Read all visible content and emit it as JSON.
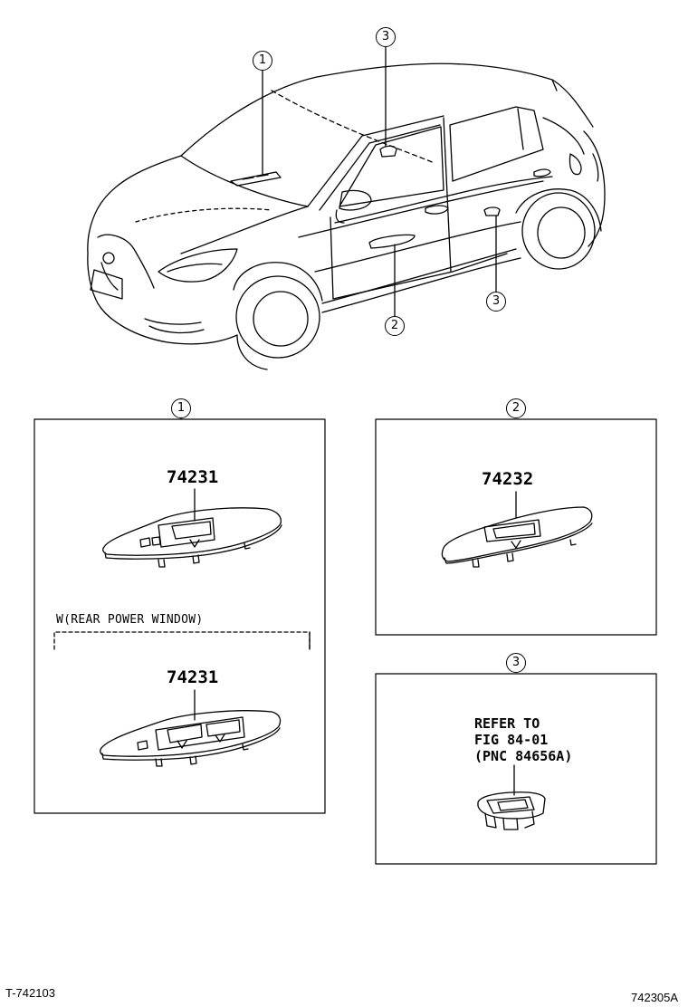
{
  "callouts": {
    "car": [
      "1",
      "3",
      "2",
      "3"
    ],
    "panels": [
      "1",
      "2",
      "3"
    ]
  },
  "panel1": {
    "part_top": "74231",
    "condition": "W(REAR POWER WINDOW)",
    "part_bottom": "74231"
  },
  "panel2": {
    "part": "74232"
  },
  "panel3": {
    "refer_lines": [
      "REFER TO",
      "FIG 84-01",
      "(PNC 84656A)"
    ]
  },
  "footer": {
    "left_code": "T-742103",
    "right_code": "742305A"
  }
}
